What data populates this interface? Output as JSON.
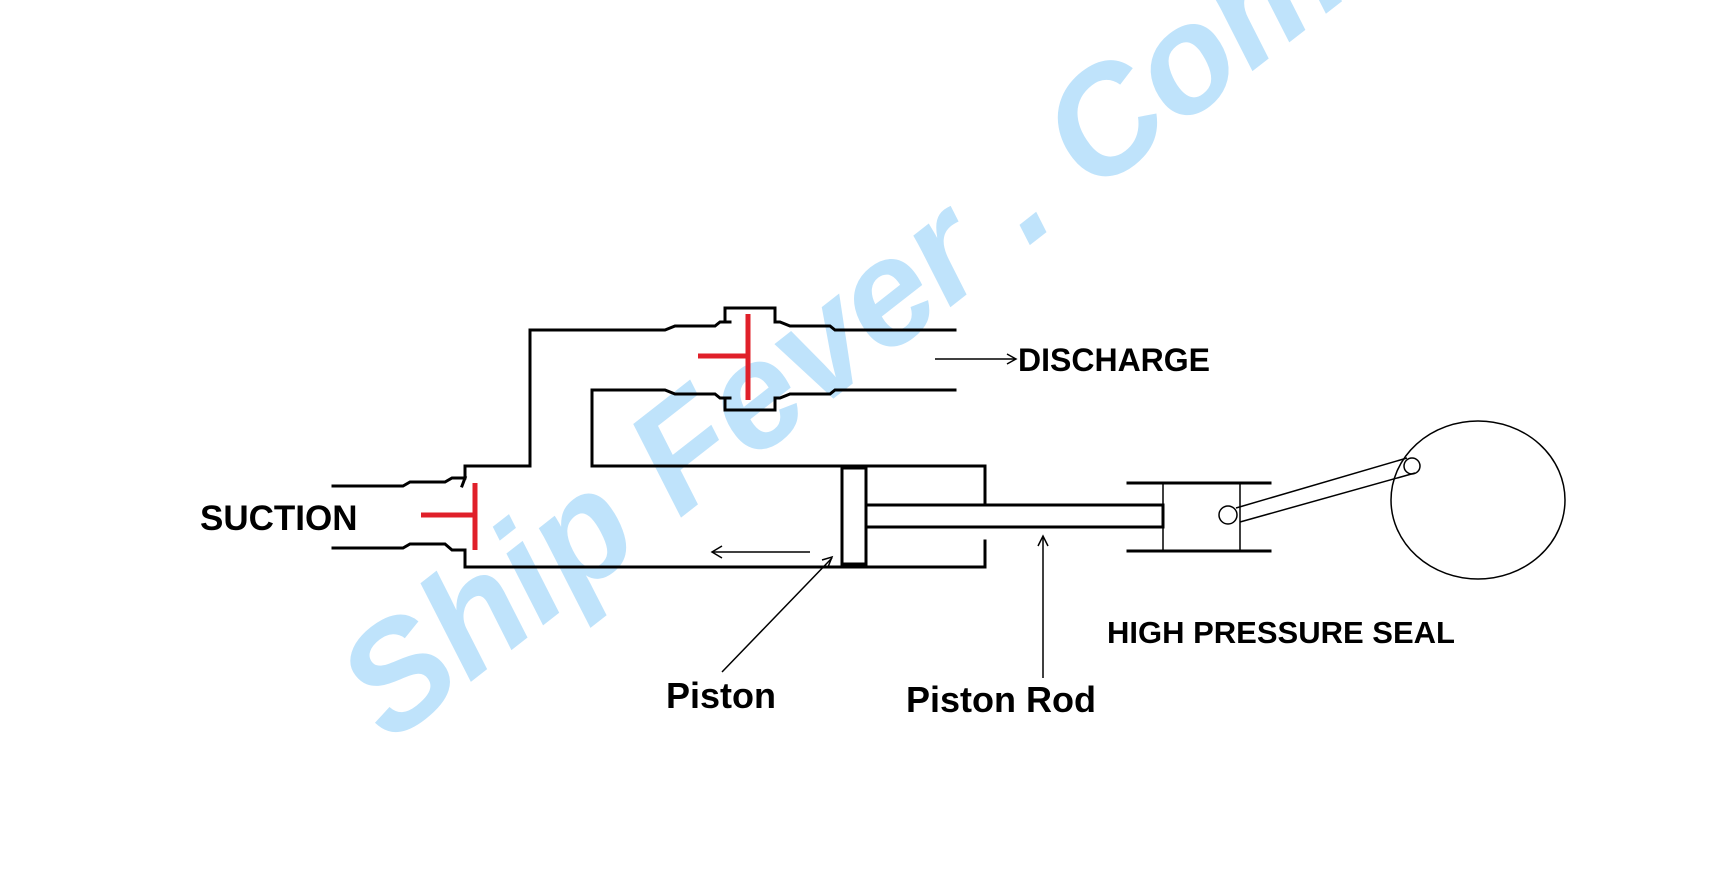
{
  "labels": {
    "suction": "SUCTION",
    "discharge": "DISCHARGE",
    "piston": "Piston",
    "piston_rod": "Piston Rod",
    "seal": "HIGH PRESSURE SEAL"
  },
  "watermark": "Ship Fever . Com",
  "colors": {
    "valve": "#e0202a",
    "line": "#000000",
    "watermark": "#bfe3fb"
  }
}
